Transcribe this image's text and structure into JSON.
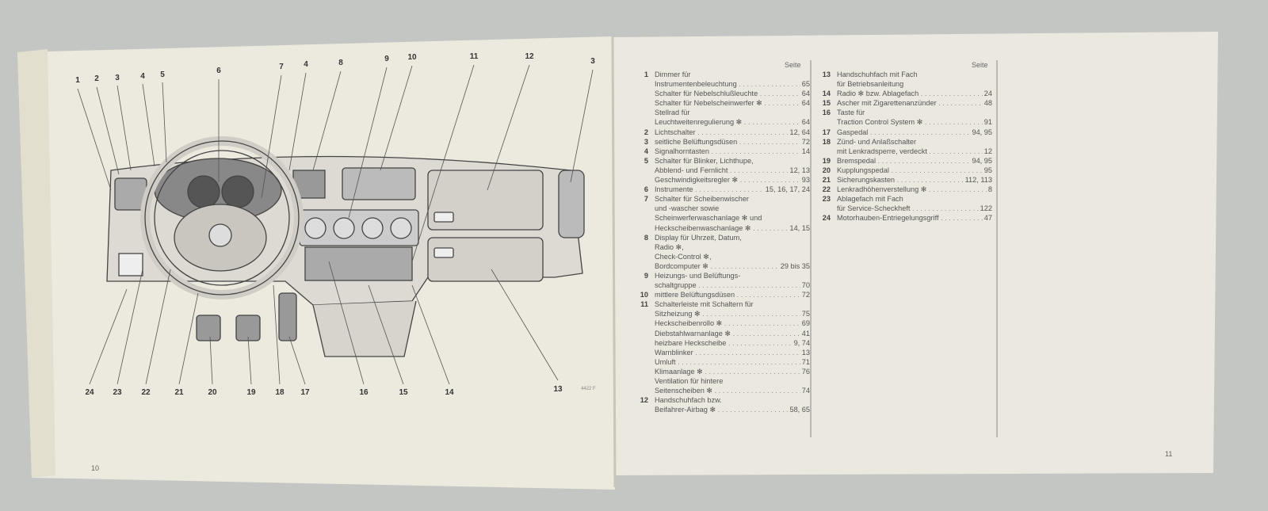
{
  "left_page": {
    "page_number": "10",
    "figure_code": "4422 F",
    "callouts_top": [
      "1",
      "2",
      "3",
      "4",
      "5",
      "6",
      "7",
      "4",
      "8",
      "9",
      "10",
      "11",
      "12",
      "3"
    ],
    "callouts_bottom": [
      "24",
      "23",
      "22",
      "21",
      "20",
      "19",
      "18",
      "17",
      "16",
      "15",
      "14",
      "13"
    ]
  },
  "right_page": {
    "page_number": "11",
    "column_header": "Seite",
    "columns": [
      [
        {
          "n": "1",
          "lines": [
            {
              "t": "Dimmer für"
            },
            {
              "t": "Instrumentenbeleuchtung",
              "p": "65"
            },
            {
              "t": "Schalter für Nebelschlußleuchte",
              "p": "64"
            },
            {
              "t": "Schalter für Nebelscheinwerfer ✻",
              "p": "64"
            },
            {
              "t": "Stellrad für"
            },
            {
              "t": "Leuchtweitenregulierung ✻",
              "p": "64"
            }
          ]
        },
        {
          "n": "2",
          "lines": [
            {
              "t": "Lichtschalter",
              "p": "12, 64"
            }
          ]
        },
        {
          "n": "3",
          "lines": [
            {
              "t": "seitliche Belüftungsdüsen",
              "p": "72"
            }
          ]
        },
        {
          "n": "4",
          "lines": [
            {
              "t": "Signalhorntasten",
              "p": "14"
            }
          ]
        },
        {
          "n": "5",
          "lines": [
            {
              "t": "Schalter für Blinker, Lichthupe,"
            },
            {
              "t": "Abblend- und Fernlicht",
              "p": "12, 13"
            },
            {
              "t": "Geschwindigkeitsregler ✻",
              "p": "93"
            }
          ]
        },
        {
          "n": "6",
          "lines": [
            {
              "t": "Instrumente",
              "p": "15, 16, 17, 24"
            }
          ]
        },
        {
          "n": "7",
          "lines": [
            {
              "t": "Schalter für Scheibenwischer"
            },
            {
              "t": "und -wascher sowie"
            },
            {
              "t": "Scheinwerferwaschanlage ✻ und"
            },
            {
              "t": "Heckscheibenwaschanlage ✻",
              "p": "14, 15"
            }
          ]
        },
        {
          "n": "8",
          "lines": [
            {
              "t": "Display für Uhrzeit, Datum,"
            },
            {
              "t": "Radio ✻,"
            },
            {
              "t": "Check-Control ✻,"
            },
            {
              "t": "Bordcomputer ✻",
              "p": "29 bis 35"
            }
          ]
        },
        {
          "n": "9",
          "lines": [
            {
              "t": "Heizungs- und Belüftungs-"
            },
            {
              "t": "schaltgruppe",
              "p": "70"
            }
          ]
        },
        {
          "n": "10",
          "lines": [
            {
              "t": "mittlere Belüftungsdüsen",
              "p": "72"
            }
          ]
        },
        {
          "n": "11",
          "lines": [
            {
              "t": "Schalterleiste mit Schaltern für"
            },
            {
              "t": "Sitzheizung ✻",
              "p": "75"
            },
            {
              "t": "Heckscheibenrollo ✻",
              "p": "69"
            },
            {
              "t": "Diebstahlwarnanlage ✻",
              "p": "41"
            },
            {
              "t": "heizbare Heckscheibe",
              "p": "9, 74"
            },
            {
              "t": "Warnblinker",
              "p": "13"
            },
            {
              "t": "Umluft",
              "p": "71"
            },
            {
              "t": "Klimaanlage ✻",
              "p": "76"
            },
            {
              "t": "Ventilation für hintere"
            },
            {
              "t": "Seitenscheiben ✻",
              "p": "74"
            }
          ]
        },
        {
          "n": "12",
          "lines": [
            {
              "t": "Handschuhfach bzw."
            },
            {
              "t": "Beifahrer-Airbag ✻",
              "p": "58, 65"
            }
          ]
        }
      ],
      [
        {
          "n": "13",
          "lines": [
            {
              "t": "Handschuhfach mit Fach"
            },
            {
              "t": "für Betriebsanleitung"
            }
          ]
        },
        {
          "n": "14",
          "lines": [
            {
              "t": "Radio ✻ bzw. Ablagefach",
              "p": "24"
            }
          ]
        },
        {
          "n": "15",
          "lines": [
            {
              "t": "Ascher mit Zigarettenanzünder",
              "p": "48"
            }
          ]
        },
        {
          "n": "16",
          "lines": [
            {
              "t": "Taste für"
            },
            {
              "t": "Traction Control System ✻",
              "p": "91"
            }
          ]
        },
        {
          "n": "17",
          "lines": [
            {
              "t": "Gaspedal",
              "p": "94, 95"
            }
          ]
        },
        {
          "n": "18",
          "lines": [
            {
              "t": "Zünd- und Anlaßschalter"
            },
            {
              "t": "mit Lenkradsperre, verdeckt",
              "p": "12"
            }
          ]
        },
        {
          "n": "19",
          "lines": [
            {
              "t": "Bremspedal",
              "p": "94, 95"
            }
          ]
        },
        {
          "n": "20",
          "lines": [
            {
              "t": "Kupplungspedal",
              "p": "95"
            }
          ]
        },
        {
          "n": "21",
          "lines": [
            {
              "t": "Sicherungskasten",
              "p": "112, 113"
            }
          ]
        },
        {
          "n": "22",
          "lines": [
            {
              "t": "Lenkradhöhenverstellung ✻",
              "p": "8"
            }
          ]
        },
        {
          "n": "23",
          "lines": [
            {
              "t": "Ablagefach mit Fach"
            },
            {
              "t": "für Service-Scheckheft",
              "p": "122"
            }
          ]
        },
        {
          "n": "24",
          "lines": [
            {
              "t": "Motorhauben-Entriegelungsgriff",
              "p": "47"
            }
          ]
        }
      ]
    ]
  }
}
